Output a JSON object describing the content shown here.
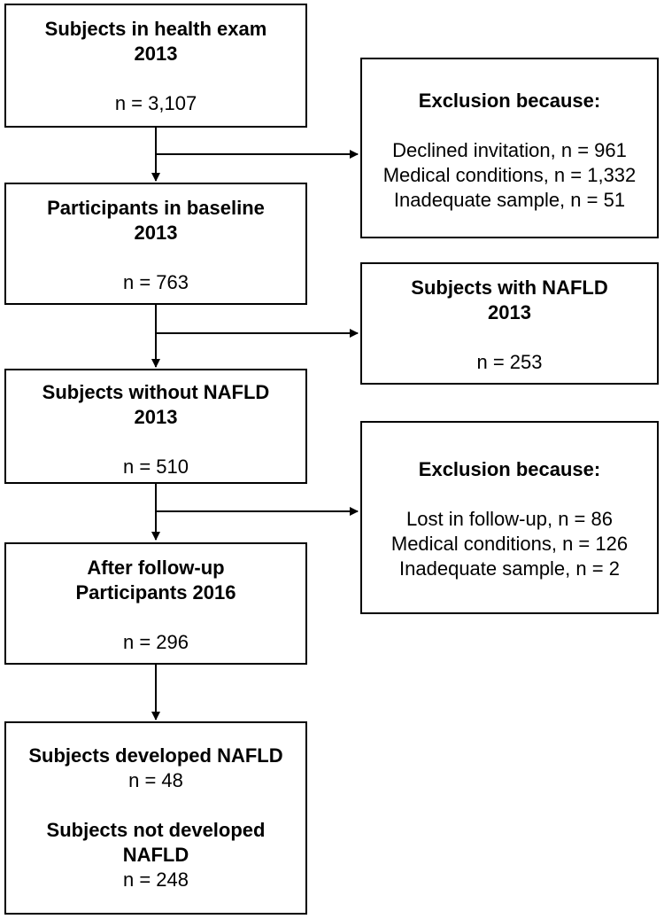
{
  "boxes": {
    "health_exam": {
      "title_line1": "Subjects in health exam",
      "title_line2": "2013",
      "count": "n = 3,107"
    },
    "exclusion_1": {
      "title": "Exclusion because:",
      "items": [
        "Declined invitation, n = 961",
        "Medical conditions, n = 1,332",
        "Inadequate sample, n = 51"
      ]
    },
    "baseline": {
      "title_line1": "Participants in baseline",
      "title_line2": "2013",
      "count": "n = 763"
    },
    "nafld_2013": {
      "title_line1": "Subjects with NAFLD",
      "title_line2": "2013",
      "count": "n = 253"
    },
    "without_nafld": {
      "title_line1": "Subjects without NAFLD",
      "title_line2": "2013",
      "count": "n = 510"
    },
    "exclusion_2": {
      "title": "Exclusion because:",
      "items": [
        "Lost in follow-up, n = 86",
        "Medical conditions, n = 126",
        "Inadequate sample, n = 2"
      ]
    },
    "follow_up": {
      "title_line1": "After follow-up",
      "title_line2": "Participants 2016",
      "count": "n = 296"
    },
    "outcome": {
      "developed_label": "Subjects developed NAFLD",
      "developed_count": "n = 48",
      "not_developed_line1": "Subjects not developed",
      "not_developed_line2": "NAFLD",
      "not_developed_count": "n = 248"
    }
  }
}
